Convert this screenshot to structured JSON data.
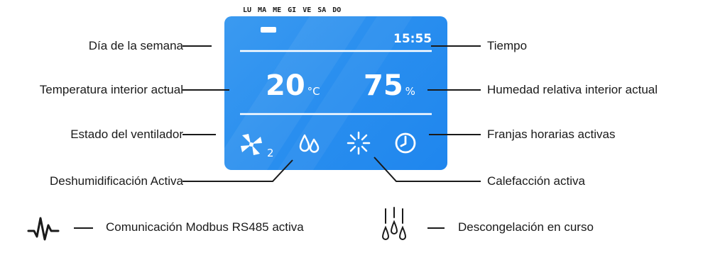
{
  "display": {
    "days": [
      "LU",
      "MA",
      "ME",
      "GI",
      "VE",
      "SA",
      "DO"
    ],
    "time": "15:55",
    "temperature_value": "20",
    "temperature_unit": "°C",
    "humidity_value": "75",
    "humidity_unit": "%",
    "fan_speed": "2",
    "colors": {
      "screen": "#2a8fef",
      "screen_text": "#ffffff"
    },
    "icons": [
      "fan-icon",
      "water-drops-icon",
      "sun-icon",
      "clock-icon"
    ]
  },
  "labels": {
    "day_of_week": "Día de la semana",
    "indoor_temperature": "Temperatura interior actual",
    "fan_status": "Estado del ventilador",
    "dehumidification": "Deshumidificación Activa",
    "time": "Tiempo",
    "humidity": "Humedad relativa interior actual",
    "time_slots": "Franjas horarias activas",
    "heating": "Calefacción activa"
  },
  "legend": {
    "modbus": "Comunicación Modbus RS485 activa",
    "modbus_icon": "pulse-icon",
    "defrost": "Descongelación en curso",
    "defrost_icon": "defrost-icon"
  }
}
